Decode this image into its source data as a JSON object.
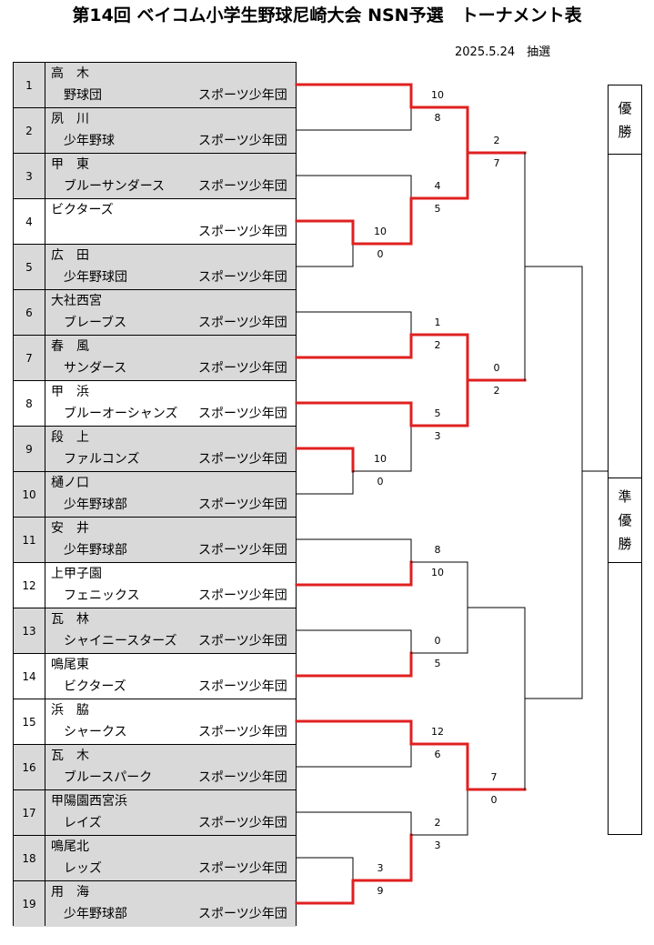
{
  "title": "第14回 ベイコム小学生野球尼崎大会 NSN予選　トーナメント表",
  "date_note": "2025.5.24　抽選",
  "champion_label": "優勝",
  "runner_up_label": "準優勝",
  "teams": [
    {
      "no": "1",
      "prefix": "高　木",
      "name": "野球団",
      "org": "スポーツ少年団",
      "gray": true
    },
    {
      "no": "2",
      "prefix": "夙　川",
      "name": "少年野球",
      "org": "スポーツ少年団",
      "gray": true
    },
    {
      "no": "3",
      "prefix": "甲　東",
      "name": "ブルーサンダース",
      "org": "スポーツ少年団",
      "gray": true
    },
    {
      "no": "4",
      "prefix": "ビクターズ",
      "name": "",
      "org": "スポーツ少年団",
      "gray": false
    },
    {
      "no": "5",
      "prefix": "広　田",
      "name": "少年野球団",
      "org": "スポーツ少年団",
      "gray": true
    },
    {
      "no": "6",
      "prefix": "大社西宮",
      "name": "ブレーブス",
      "org": "スポーツ少年団",
      "gray": true
    },
    {
      "no": "7",
      "prefix": "春　風",
      "name": "サンダース",
      "org": "スポーツ少年団",
      "gray": true
    },
    {
      "no": "8",
      "prefix": "甲　浜",
      "name": "ブルーオーシャンズ",
      "org": "スポーツ少年団",
      "gray": false
    },
    {
      "no": "9",
      "prefix": "段　上",
      "name": "ファルコンズ",
      "org": "スポーツ少年団",
      "gray": true
    },
    {
      "no": "10",
      "prefix": "樋ノ口",
      "name": "少年野球部",
      "org": "スポーツ少年団",
      "gray": true
    },
    {
      "no": "11",
      "prefix": "安　井",
      "name": "少年野球部",
      "org": "スポーツ少年団",
      "gray": true
    },
    {
      "no": "12",
      "prefix": "上甲子園",
      "name": "フェニックス",
      "org": "スポーツ少年団",
      "gray": false
    },
    {
      "no": "13",
      "prefix": "瓦　林",
      "name": "シャイニースターズ",
      "org": "スポーツ少年団",
      "gray": true
    },
    {
      "no": "14",
      "prefix": "鳴尾東",
      "name": "ビクターズ",
      "org": "スポーツ少年団",
      "gray": false
    },
    {
      "no": "15",
      "prefix": "浜　脇",
      "name": "シャークス",
      "org": "スポーツ少年団",
      "gray": false
    },
    {
      "no": "16",
      "prefix": "瓦　木",
      "name": "ブルースパーク",
      "org": "スポーツ少年団",
      "gray": true
    },
    {
      "no": "17",
      "prefix": "甲陽園西宮浜",
      "name": "レイズ",
      "org": "スポーツ少年団",
      "gray": true
    },
    {
      "no": "18",
      "prefix": "鳴尾北",
      "name": "レッズ",
      "org": "スポーツ少年団",
      "gray": true
    },
    {
      "no": "19",
      "prefix": "用　海",
      "name": "少年野球部",
      "org": "スポーツ少年団",
      "gray": true
    }
  ],
  "matches": [
    {
      "id": "m4v5",
      "a": "4",
      "b": "5",
      "score_a": "10",
      "score_b": "0",
      "winner": "a"
    },
    {
      "id": "m9v10",
      "a": "9",
      "b": "10",
      "score_a": "10",
      "score_b": "0",
      "winner": "a"
    },
    {
      "id": "m18v19",
      "a": "18",
      "b": "19",
      "score_a": "3",
      "score_b": "9",
      "winner": "b"
    },
    {
      "id": "m1v2",
      "a": "1",
      "b": "2",
      "score_a": "10",
      "score_b": "8",
      "winner": "a"
    },
    {
      "id": "m3vW45",
      "a": "3",
      "b": "winner 4-5",
      "score_a": "4",
      "score_b": "5",
      "winner": "b"
    },
    {
      "id": "m6v7",
      "a": "6",
      "b": "7",
      "score_a": "1",
      "score_b": "2",
      "winner": "b"
    },
    {
      "id": "m8vW910",
      "a": "8",
      "b": "winner 9-10",
      "score_a": "5",
      "score_b": "3",
      "winner": "a"
    },
    {
      "id": "m11v12",
      "a": "11",
      "b": "12",
      "score_a": "8",
      "score_b": "10",
      "winner": "b"
    },
    {
      "id": "m13v14",
      "a": "13",
      "b": "14",
      "score_a": "0",
      "score_b": "5",
      "winner": "b"
    },
    {
      "id": "m15v16",
      "a": "15",
      "b": "16",
      "score_a": "12",
      "score_b": "6",
      "winner": "a"
    },
    {
      "id": "m17vW1819",
      "a": "17",
      "b": "winner 18-19",
      "score_a": "2",
      "score_b": "3",
      "winner": "b"
    },
    {
      "id": "r3-top",
      "a": "winner 1-2",
      "b": "winner 3-(4-5)",
      "score_a": "2",
      "score_b": "7",
      "winner": "b"
    },
    {
      "id": "r3-mid",
      "a": "winner 6-7",
      "b": "winner 8-(9-10)",
      "score_a": "0",
      "score_b": "2",
      "winner": "b"
    },
    {
      "id": "r3-bot",
      "a": "winner 15-16",
      "b": "winner 17-(18-19)",
      "score_a": "7",
      "score_b": "0",
      "winner": "a"
    }
  ],
  "colors": {
    "winner_line": "#e02020",
    "line": "#000000",
    "gray_row": "#d9d9d9"
  }
}
